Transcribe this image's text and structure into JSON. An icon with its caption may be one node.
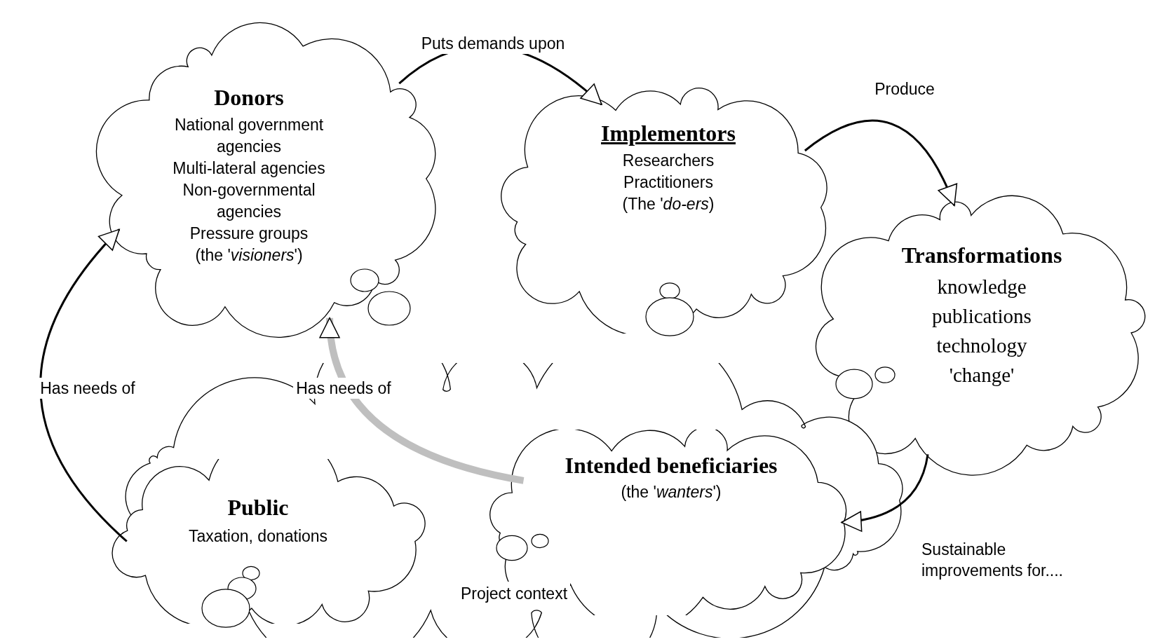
{
  "diagram": {
    "nodes": [
      {
        "text": [
          "Donors",
          "National government agencies",
          "Multi-lateral agencies",
          "Non-governmental agencies",
          "Pressure groups",
          "(the '*visioners*')"
        ]
      },
      {
        "text": [
          "Implementors",
          "Researchers",
          "Practitioners",
          "(The '*do-ers*)"
        ]
      },
      {
        "text": [
          "Transformations",
          "knowledge",
          "publications",
          "technology",
          "'change'"
        ]
      },
      {
        "text": [
          "Project context"
        ]
      },
      {
        "text": [
          "Public",
          "Taxation, donations"
        ],
        "in": 3
      },
      {
        "text": [
          "Intended beneficiaries",
          "(the '*wanters*')"
        ],
        "in": 3
      }
    ],
    "edges": [
      {
        "from": 0,
        "to": 1,
        "arrow": "to",
        "label": "Puts demands upon"
      },
      {
        "from": 1,
        "to": 2,
        "arrow": "to",
        "label": "Produce"
      },
      {
        "from": 2,
        "to": 5,
        "arrow": "to",
        "label": "Sustainable improvements for...."
      },
      {
        "from": 4,
        "to": 0,
        "arrow": "to",
        "label": "Has needs of"
      },
      {
        "from": 5,
        "to": 0,
        "arrow": "to",
        "label": "Has needs of",
        "style": "thick",
        "color": "#bfbfbf"
      }
    ]
  }
}
